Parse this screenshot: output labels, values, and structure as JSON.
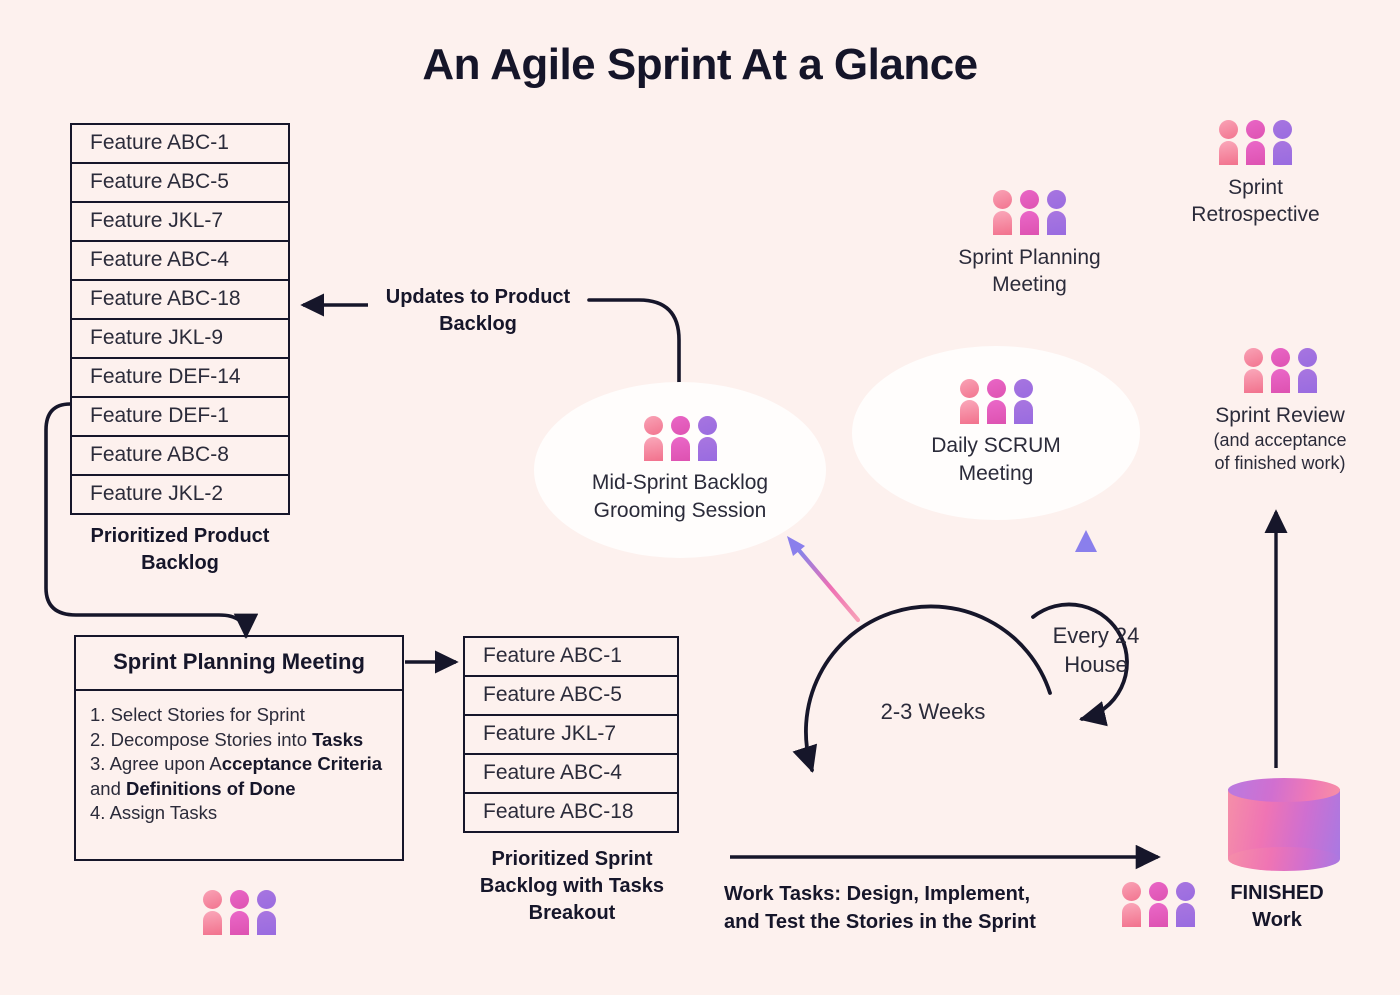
{
  "title": "An Agile Sprint At a Glance",
  "colors": {
    "background": "#fdf1ee",
    "ink": "#16162a",
    "ellipse_fill": "#fffdfc",
    "person_pink": "#f58fa8",
    "person_magenta": "#e263c0",
    "person_purple": "#a775e0",
    "arrow_gradient_start": "#f78fae",
    "arrow_gradient_end": "#8c7bea"
  },
  "product_backlog": {
    "caption": "Prioritized Product Backlog",
    "items": [
      "Feature ABC-1",
      "Feature ABC-5",
      "Feature JKL-7",
      "Feature ABC-4",
      "Feature ABC-18",
      "Feature JKL-9",
      "Feature DEF-14",
      "Feature DEF-1",
      "Feature ABC-8",
      "Feature JKL-2"
    ]
  },
  "sprint_backlog": {
    "caption": "Prioritized Sprint Backlog with Tasks Breakout",
    "items": [
      "Feature ABC-1",
      "Feature ABC-5",
      "Feature JKL-7",
      "Feature ABC-4",
      "Feature ABC-18"
    ]
  },
  "updates_arrow_label": "Updates to Product Backlog",
  "planning_box": {
    "header": "Sprint Planning Meeting",
    "steps": [
      {
        "num": "1. ",
        "parts": [
          {
            "t": "Select Stories for Sprint",
            "b": false
          }
        ]
      },
      {
        "num": "2. ",
        "parts": [
          {
            "t": "Decompose Stories into ",
            "b": false
          },
          {
            "t": "Tasks",
            "b": true
          }
        ]
      },
      {
        "num": "3. ",
        "parts": [
          {
            "t": "Agree upon A",
            "b": false
          },
          {
            "t": "cceptance Criteria",
            "b": true
          },
          {
            "t": " and ",
            "b": false
          },
          {
            "t": "Definitions of Done",
            "b": true
          }
        ]
      },
      {
        "num": "4. ",
        "parts": [
          {
            "t": "Assign Tasks",
            "b": false
          }
        ]
      }
    ]
  },
  "grooming_ellipse": {
    "line1": "Mid-Sprint Backlog",
    "line2": "Grooming Session"
  },
  "scrum_ellipse": {
    "line1": "Daily SCRUM",
    "line2": "Meeting"
  },
  "planning_meeting_icon": {
    "line1": "Sprint Planning",
    "line2": "Meeting"
  },
  "retrospective_icon": {
    "line1": "Sprint",
    "line2": "Retrospective"
  },
  "review_icon": {
    "line1": "Sprint Review",
    "line2": "(and acceptance",
    "line3": "of finished work)"
  },
  "loops": {
    "sprint_duration": "2-3 Weeks",
    "daily_cadence_line1": "Every 24",
    "daily_cadence_line2": "House"
  },
  "work_tasks_label_line1": "Work Tasks: Design, Implement,",
  "work_tasks_label_line2": "and Test the Stories in the Sprint",
  "finished_work": {
    "line1": "FINISHED",
    "line2": "Work"
  }
}
